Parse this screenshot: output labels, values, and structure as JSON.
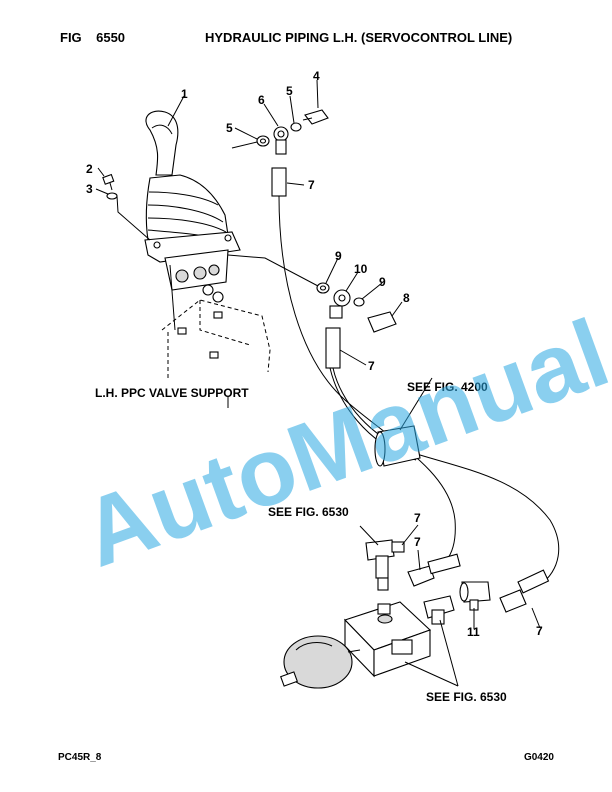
{
  "header": {
    "fig_label": "FIG    6550",
    "title": "HYDRAULIC PIPING L.H. (SERVOCONTROL LINE)"
  },
  "footer": {
    "left": "PC45R_8",
    "right": "G0420"
  },
  "callouts": {
    "c1": "1",
    "c2": "2",
    "c3": "3",
    "c4": "4",
    "c5a": "5",
    "c5b": "5",
    "c6": "6",
    "c7a": "7",
    "c7b": "7",
    "c7c": "7",
    "c7d": "7",
    "c7e": "7",
    "c8": "8",
    "c9a": "9",
    "c9b": "9",
    "c10": "10",
    "c11": "11"
  },
  "references": {
    "valve_support": "L.H. PPC VALVE SUPPORT",
    "see_4200": "SEE FIG. 4200",
    "see_6530_top": "SEE FIG. 6530",
    "see_6530_bottom": "SEE FIG. 6530"
  },
  "watermark": "AutoManual"
}
